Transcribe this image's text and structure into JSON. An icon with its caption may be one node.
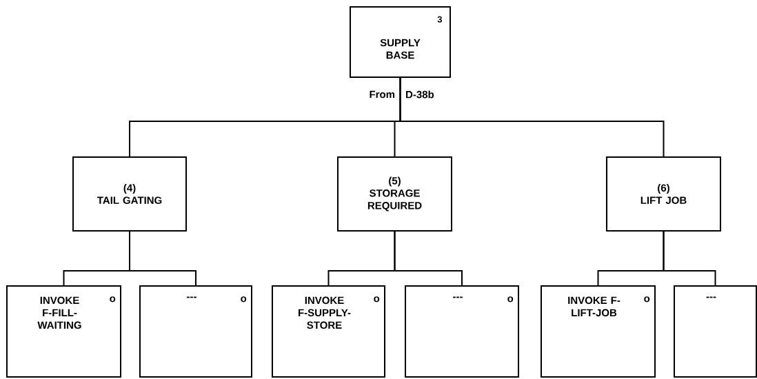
{
  "diagram": {
    "nodes": [
      {
        "text": [
          "3",
          "SUPPLY BASE"
        ]
      },
      {
        "text": [
          "(4)",
          "TAIL GATING"
        ]
      },
      {
        "text": [
          "(5)",
          "STORAGE REQUIRED"
        ]
      },
      {
        "text": [
          "(6)",
          "LIFT JOB"
        ]
      },
      {
        "text": [
          "INVOKE F-FILL- WAITING",
          "o"
        ]
      },
      {
        "text": [
          "---",
          "o"
        ]
      },
      {
        "text": [
          "INVOKE F-SUPPLY- STORE",
          "o"
        ]
      },
      {
        "text": [
          "---",
          "o"
        ]
      },
      {
        "text": [
          "INVOKE F- LIFT-JOB",
          "o"
        ]
      },
      {
        "text": [
          "---"
        ]
      }
    ],
    "edges": [
      {
        "from": 0,
        "to": 1,
        "arrow": "none"
      },
      {
        "from": 0,
        "to": 2,
        "arrow": "none"
      },
      {
        "from": 0,
        "to": 3,
        "arrow": "none"
      },
      {
        "from": 1,
        "to": 4,
        "arrow": "none"
      },
      {
        "from": 1,
        "to": 5,
        "arrow": "none"
      },
      {
        "from": 2,
        "to": 6,
        "arrow": "none"
      },
      {
        "from": 2,
        "to": 7,
        "arrow": "none"
      },
      {
        "from": 3,
        "to": 8,
        "arrow": "none"
      },
      {
        "from": 3,
        "to": 9,
        "arrow": "none"
      }
    ],
    "labels": [
      "From",
      "D-38b"
    ]
  }
}
